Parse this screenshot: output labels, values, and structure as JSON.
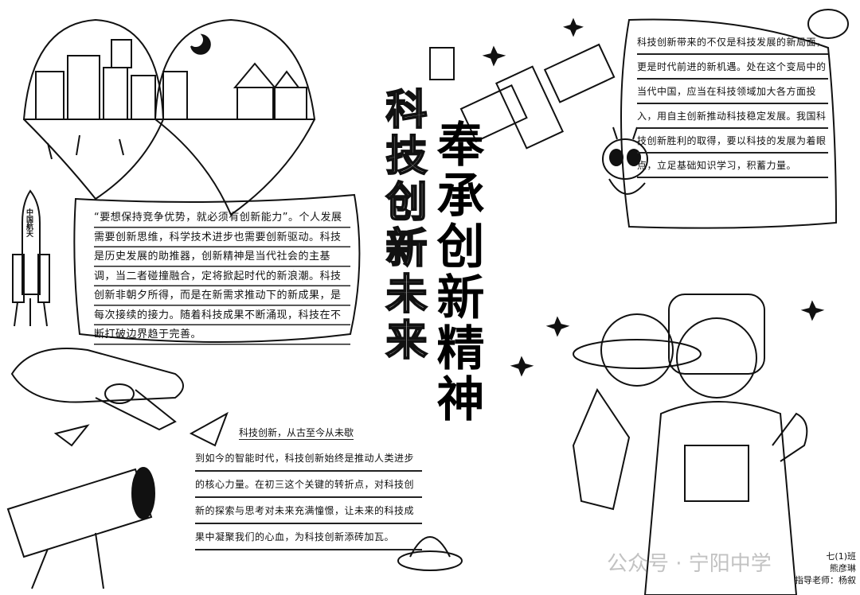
{
  "title_outline": "科技创新未来",
  "title_bold": "奉承创新精神",
  "left_text": "“要想保持竞争优势，就必须有创新能力”。个人发展需要创新思维，科学技术进步也需要创新驱动。科技是历史发展的助推器，创新精神是当代社会的主基调，当二者碰撞融合，定将掀起时代的新浪潮。科技创新非朝夕所得，而是在新需求推动下的新成果，是每次接续的接力。随着科技成果不断涌现，科技在不断打破边界趋于完善。",
  "right_text": "科技创新带来的不仅是科技发展的新局面，更是时代前进的新机遇。处在这个变局中的当代中国，应当在科技领域加大各方面投入，用自主创新推动科技稳定发展。我国科技创新胜利的取得，要以科技的发展为着眼点，立足基础知识学习，积蓄力量。",
  "bottom_heading": "科技创新，从古至今从未歇",
  "bottom_text": "到如今的智能时代，科技创新始终是推动人类进步的核心力量。在初三这个关键的转折点，对科技创新的探索与思考对未来充满憧憬，让未来的科技成果中凝聚我们的心血，为科技创新添砖加瓦。",
  "rocket_label": "中国航天",
  "credits": {
    "class": "七(1)班",
    "name": "熊彦琳",
    "teacher": "指导老师：杨叙"
  },
  "watermark": "公众号 · 宁阳中学"
}
